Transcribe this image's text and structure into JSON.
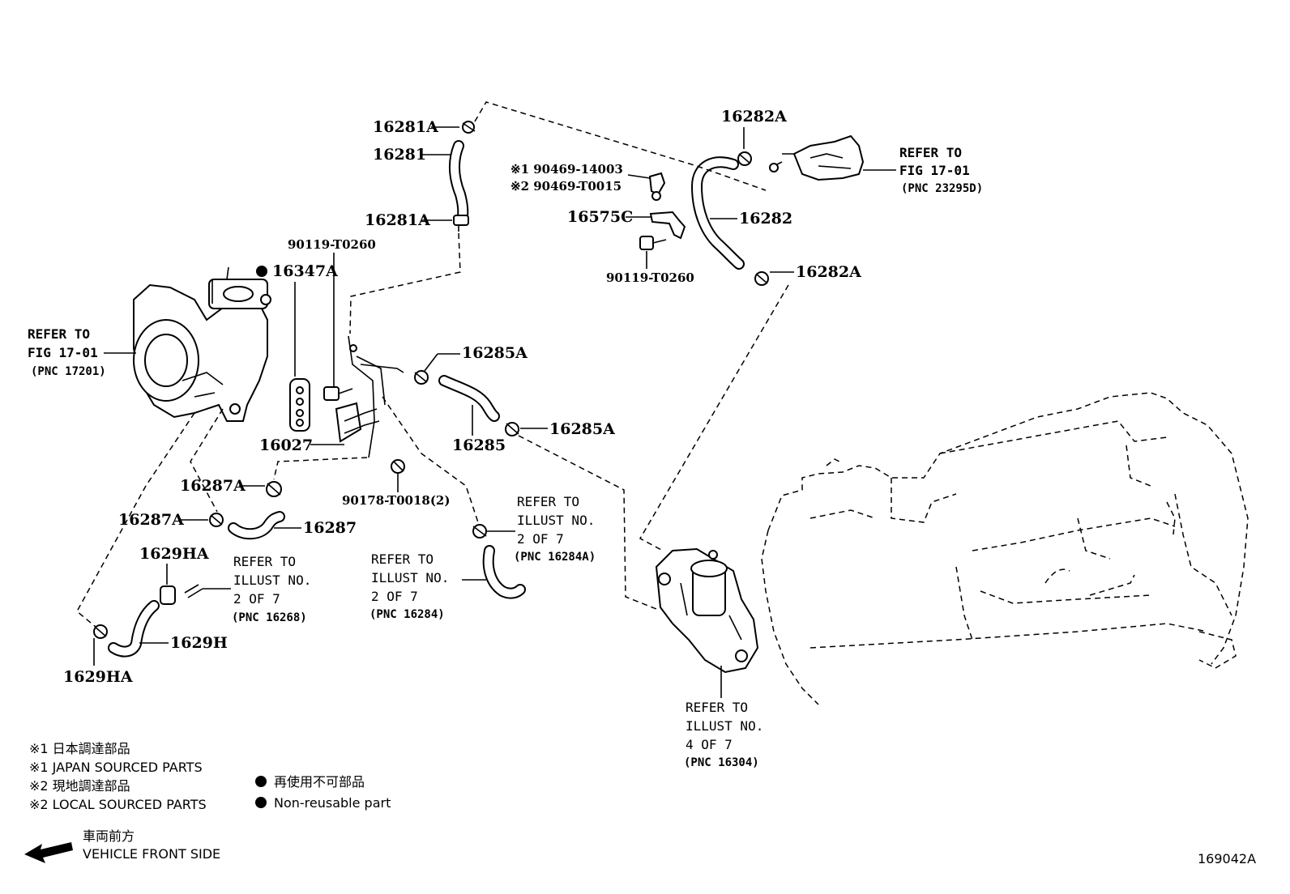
{
  "diagram_id": "169042A",
  "labels": {
    "p16281A_top": "16281A",
    "p16281": "16281",
    "p16281A_bot": "16281A",
    "p90119_T0260_a": "90119-T0260",
    "p16347A": "16347A",
    "p16027": "16027",
    "p16285A_top": "16285A",
    "p16285": "16285",
    "p16285A_bot": "16285A",
    "p16287A_top": "16287A",
    "p16287A_bot": "16287A",
    "p16287": "16287",
    "p90178": "90178-T0018(2)",
    "p1629HA_top": "1629HA",
    "p1629H": "1629H",
    "p1629HA_bot": "1629HA",
    "p16282A_top": "16282A",
    "p16282": "16282",
    "p16282A_bot": "16282A",
    "p90469_14003": "※1 90469-14003",
    "p90469_T0015": "※2 90469-T0015",
    "p16575C": "16575C",
    "p90119_T0260_b": "90119-T0260"
  },
  "refs": {
    "fig1701_left": {
      "line1": "REFER TO",
      "line2": "FIG 17-01",
      "pnc": "(PNC 17201)"
    },
    "fig1701_right": {
      "line1": "REFER TO",
      "line2": "FIG 17-01",
      "pnc": "(PNC 23295D)"
    },
    "illust_16268": {
      "line1": "REFER TO",
      "line2": "ILLUST NO.",
      "line3": "2 OF 7",
      "pnc": "(PNC 16268)"
    },
    "illust_16284": {
      "line1": "REFER TO",
      "line2": "ILLUST NO.",
      "line3": "2 OF 7",
      "pnc": "(PNC 16284)"
    },
    "illust_16284A": {
      "line1": "REFER TO",
      "line2": "ILLUST NO.",
      "line3": "2 OF 7",
      "pnc": "(PNC 16284A)"
    },
    "illust_16304": {
      "line1": "REFER TO",
      "line2": "ILLUST NO.",
      "line3": "4 OF 7",
      "pnc": "(PNC 16304)"
    }
  },
  "legend": {
    "jp1": "※1 日本調達部品",
    "en1": "※1 JAPAN SOURCED PARTS",
    "jp2": "※2 現地調達部品",
    "en2": "※2 LOCAL SOURCED PARTS",
    "nonreuse_jp": "再使用不可部品",
    "nonreuse_en": "Non-reusable part",
    "front_jp": "車両前方",
    "front_en": "VEHICLE FRONT SIDE"
  },
  "icons": [
    "non-reusable-dot-icon",
    "front-arrow-icon"
  ]
}
